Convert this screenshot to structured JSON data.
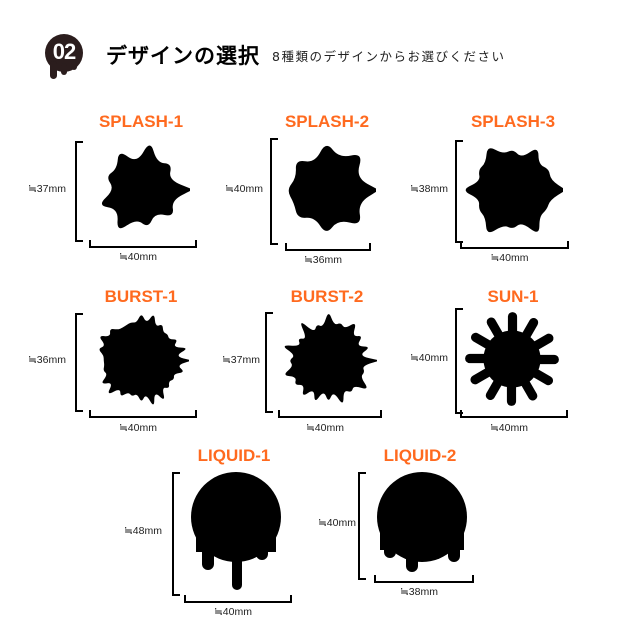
{
  "header": {
    "badge_number": "02",
    "title": "デザインの選択",
    "subtitle": "8種類のデザインからお選びください"
  },
  "accent_color": "#ff6a1f",
  "designs": [
    {
      "name": "SPLASH-1",
      "height": "≒37mm",
      "width": "≒40mm"
    },
    {
      "name": "SPLASH-2",
      "height": "≒40mm",
      "width": "≒36mm"
    },
    {
      "name": "SPLASH-3",
      "height": "≒38mm",
      "width": "≒40mm"
    },
    {
      "name": "BURST-1",
      "height": "≒36mm",
      "width": "≒40mm"
    },
    {
      "name": "BURST-2",
      "height": "≒37mm",
      "width": "≒40mm"
    },
    {
      "name": "SUN-1",
      "height": "≒40mm",
      "width": "≒40mm"
    },
    {
      "name": "LIQUID-1",
      "height": "≒48mm",
      "width": "≒40mm"
    },
    {
      "name": "LIQUID-2",
      "height": "≒40mm",
      "width": "≒38mm"
    }
  ]
}
